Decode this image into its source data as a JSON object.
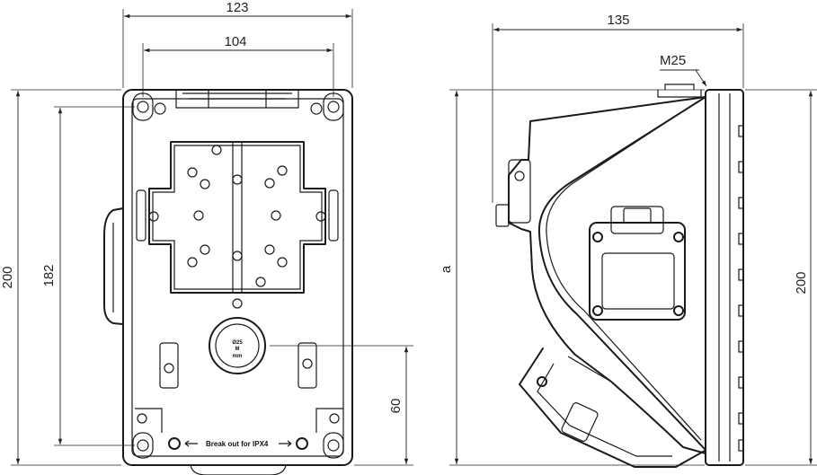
{
  "dimensions": {
    "front_width_outer": "123",
    "front_width_inner": "104",
    "front_height_outer": "200",
    "front_height_inner": "182",
    "front_offset_bottom": "60",
    "side_depth": "135",
    "side_height_left": "a",
    "side_height_right": "200",
    "gland_label": "M25"
  },
  "labels": {
    "knockout_line1": "Ø25",
    "knockout_line2": "M",
    "knockout_line3": "mm",
    "breakout_note": "Break out for IPX4"
  },
  "colors": {
    "line": "#1a1a1a",
    "background": "#ffffff"
  }
}
